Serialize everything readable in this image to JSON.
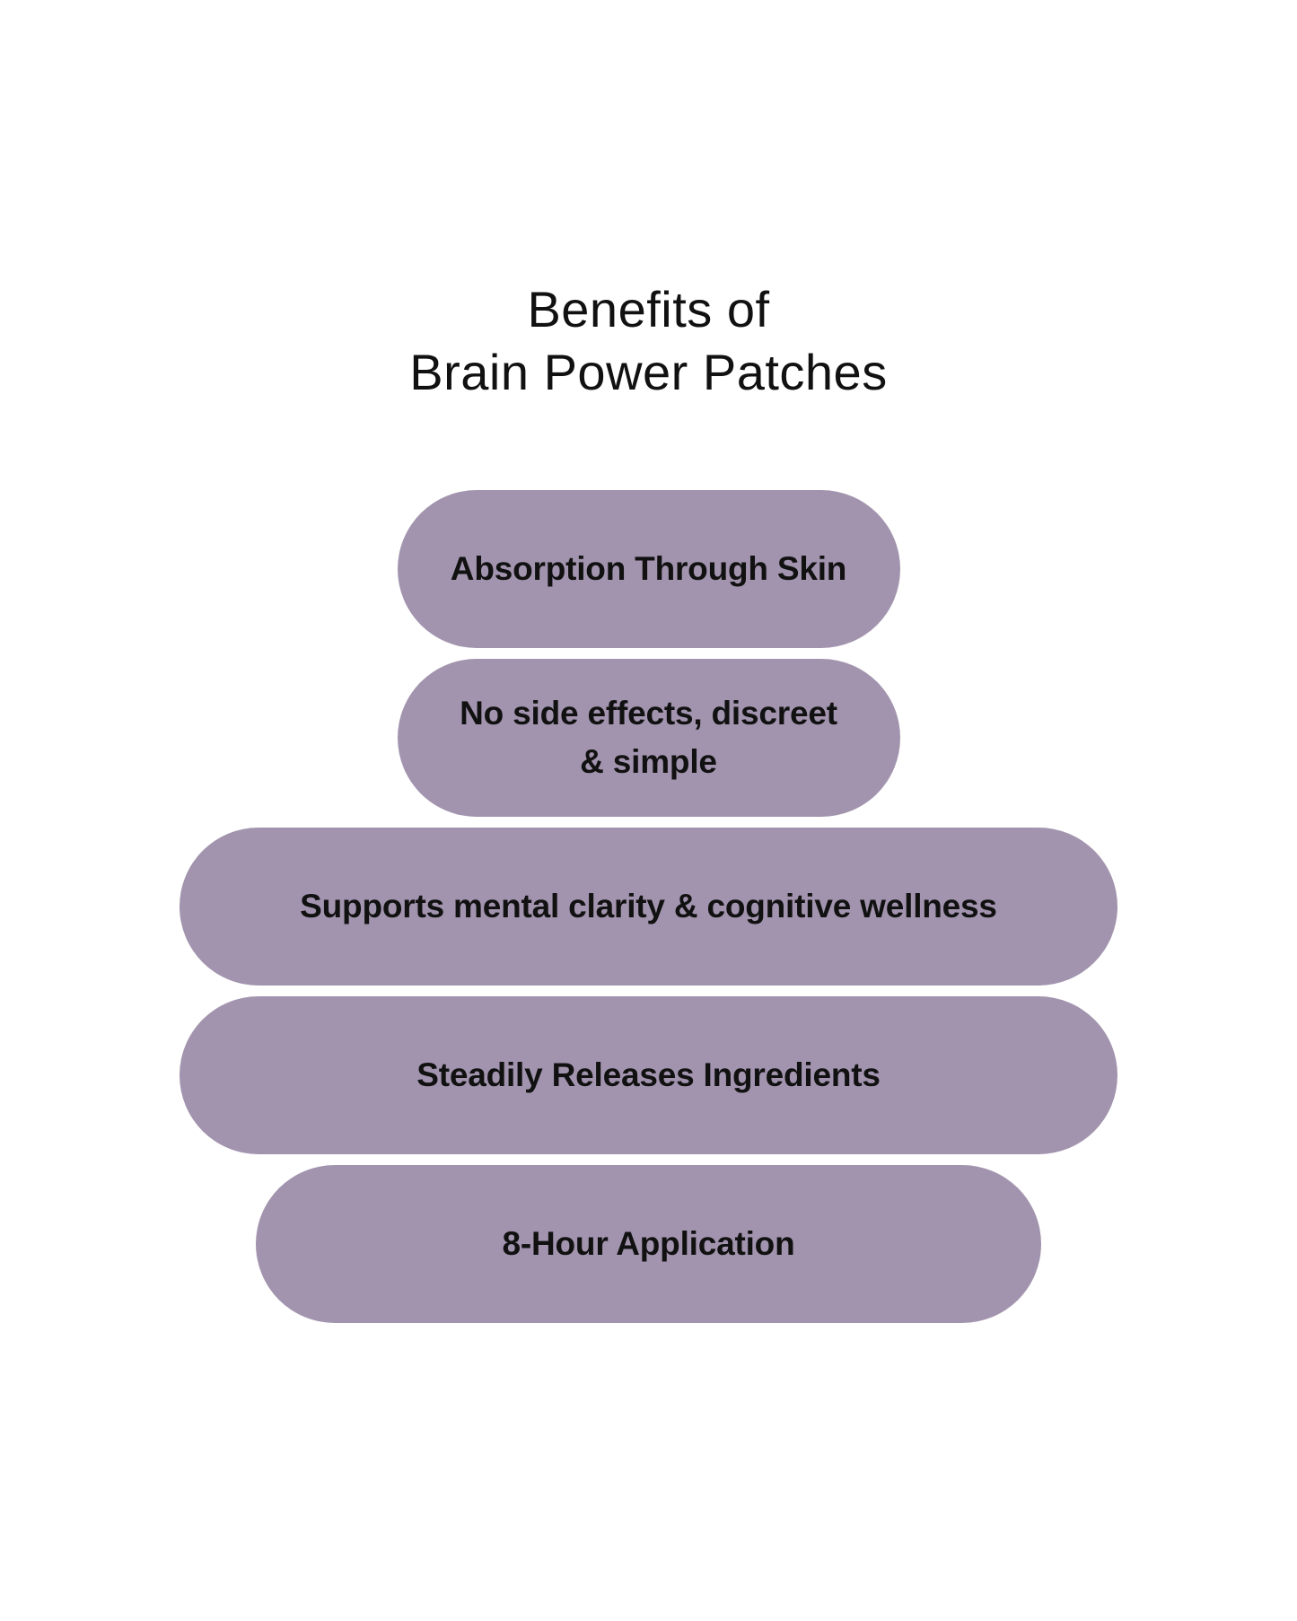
{
  "title": "Benefits of\nBrain Power Patches",
  "pills": [
    {
      "label": "Absorption Through Skin"
    },
    {
      "label": "No side effects, discreet\n& simple"
    },
    {
      "label": "Supports mental clarity & cognitive wellness"
    },
    {
      "label": "Steadily Releases Ingredients"
    },
    {
      "label": "8-Hour Application"
    }
  ],
  "colors": {
    "background": "#ffffff",
    "pill": "#a294ae",
    "text": "#111111"
  }
}
